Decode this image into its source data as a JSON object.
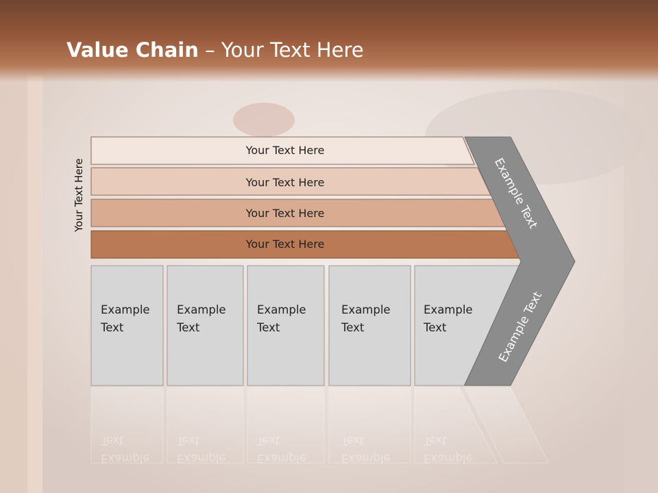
{
  "slide": {
    "title_bold": "Value Chain",
    "title_rest": " – Your Text Here",
    "side_label": "Your Text Here"
  },
  "bars": [
    {
      "label": "Your Text Here",
      "color": "#f3e6df"
    },
    {
      "label": "Your Text Here",
      "color": "#e8cbbb"
    },
    {
      "label": "Your Text Here",
      "color": "#d9ac92"
    },
    {
      "label": "Your Text Here",
      "color": "#ba7a55"
    }
  ],
  "cells": [
    {
      "line1": "Example",
      "line2": "Text"
    },
    {
      "line1": "Example",
      "line2": "Text"
    },
    {
      "line1": "Example",
      "line2": "Text"
    },
    {
      "line1": "Example",
      "line2": "Text"
    },
    {
      "line1": "Example",
      "line2": "Text"
    }
  ],
  "chevron": {
    "upper_label": "Example Text",
    "lower_label": "Example Text",
    "color": "#8c8c8c"
  }
}
